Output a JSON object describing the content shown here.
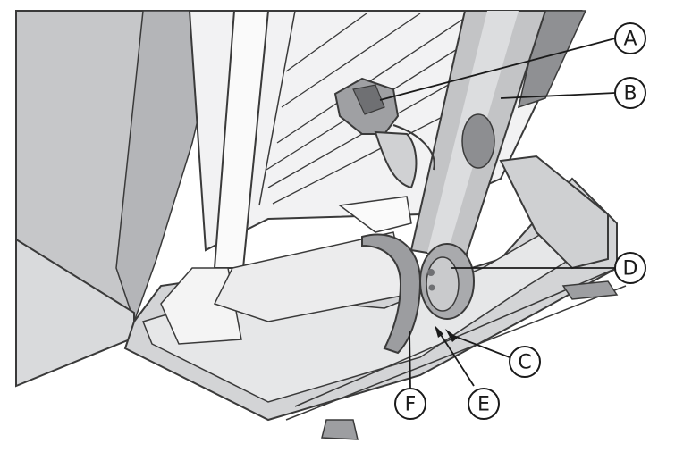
{
  "callouts": {
    "a": "A",
    "b": "B",
    "c": "C",
    "d": "D",
    "e": "E",
    "f": "F"
  },
  "colors": {
    "background": "#ffffff",
    "panel_fill": "#c8c9cb",
    "panel_light": "#e1e2e4",
    "panel_dark": "#9a9b9e",
    "edge_stroke": "#3a3a3a",
    "leader": "#1a1a1a"
  }
}
